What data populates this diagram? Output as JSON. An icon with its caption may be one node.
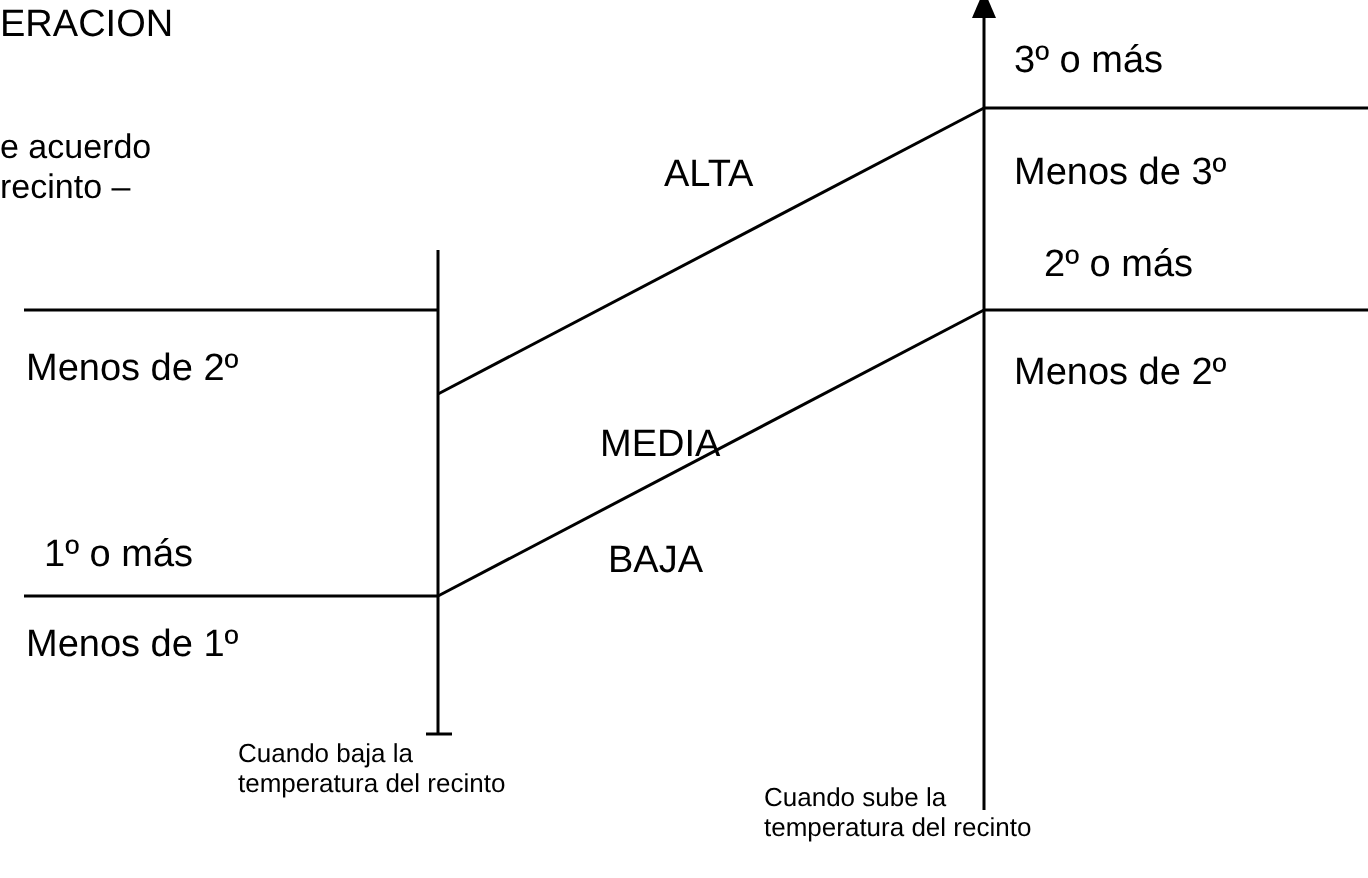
{
  "diagram": {
    "title": "ERACION",
    "labels": [
      "e acuerdo recinto –",
      "ALTA",
      "Menos de 2º",
      "MEDIA",
      "1º o más",
      "BAJA",
      "Menos de 1º",
      "3º o más",
      "Menos de 3º",
      "2º o más",
      "Menos de 2º",
      "Cuando baja la temperatura del recinto",
      "Cuando sube la temperatura del recinto"
    ]
  }
}
